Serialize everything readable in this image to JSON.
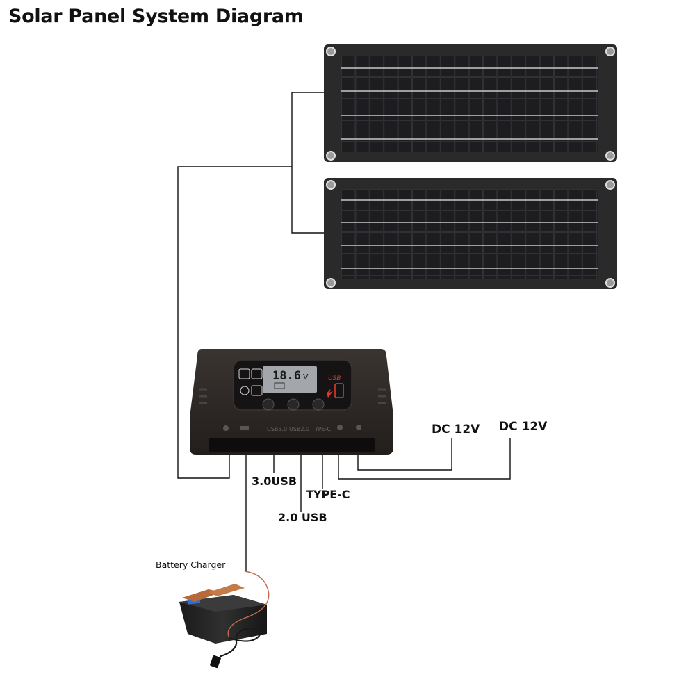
{
  "title": "Solar Panel System Diagram",
  "labels": {
    "dc_12v_a": "DC 12V",
    "dc_12v_b": "DC 12V",
    "usb_3": "3.0USB",
    "type_c": "TYPE-C",
    "usb_2": "2.0 USB",
    "battery_charger": "Battery Charger"
  },
  "controller": {
    "display_reading": "18.6",
    "display_unit": "V",
    "badge": "USB",
    "port_labels": [
      "USB3.0",
      "USB2.0",
      "TYPE-C"
    ]
  },
  "colors": {
    "panel_frame": "#2a2a2a",
    "panel_cell": "#1c1c1e",
    "controller_body": "#2b2623",
    "lcd": "#a3a7ab",
    "accent_red": "#e23b2c",
    "wire": "#111111"
  }
}
